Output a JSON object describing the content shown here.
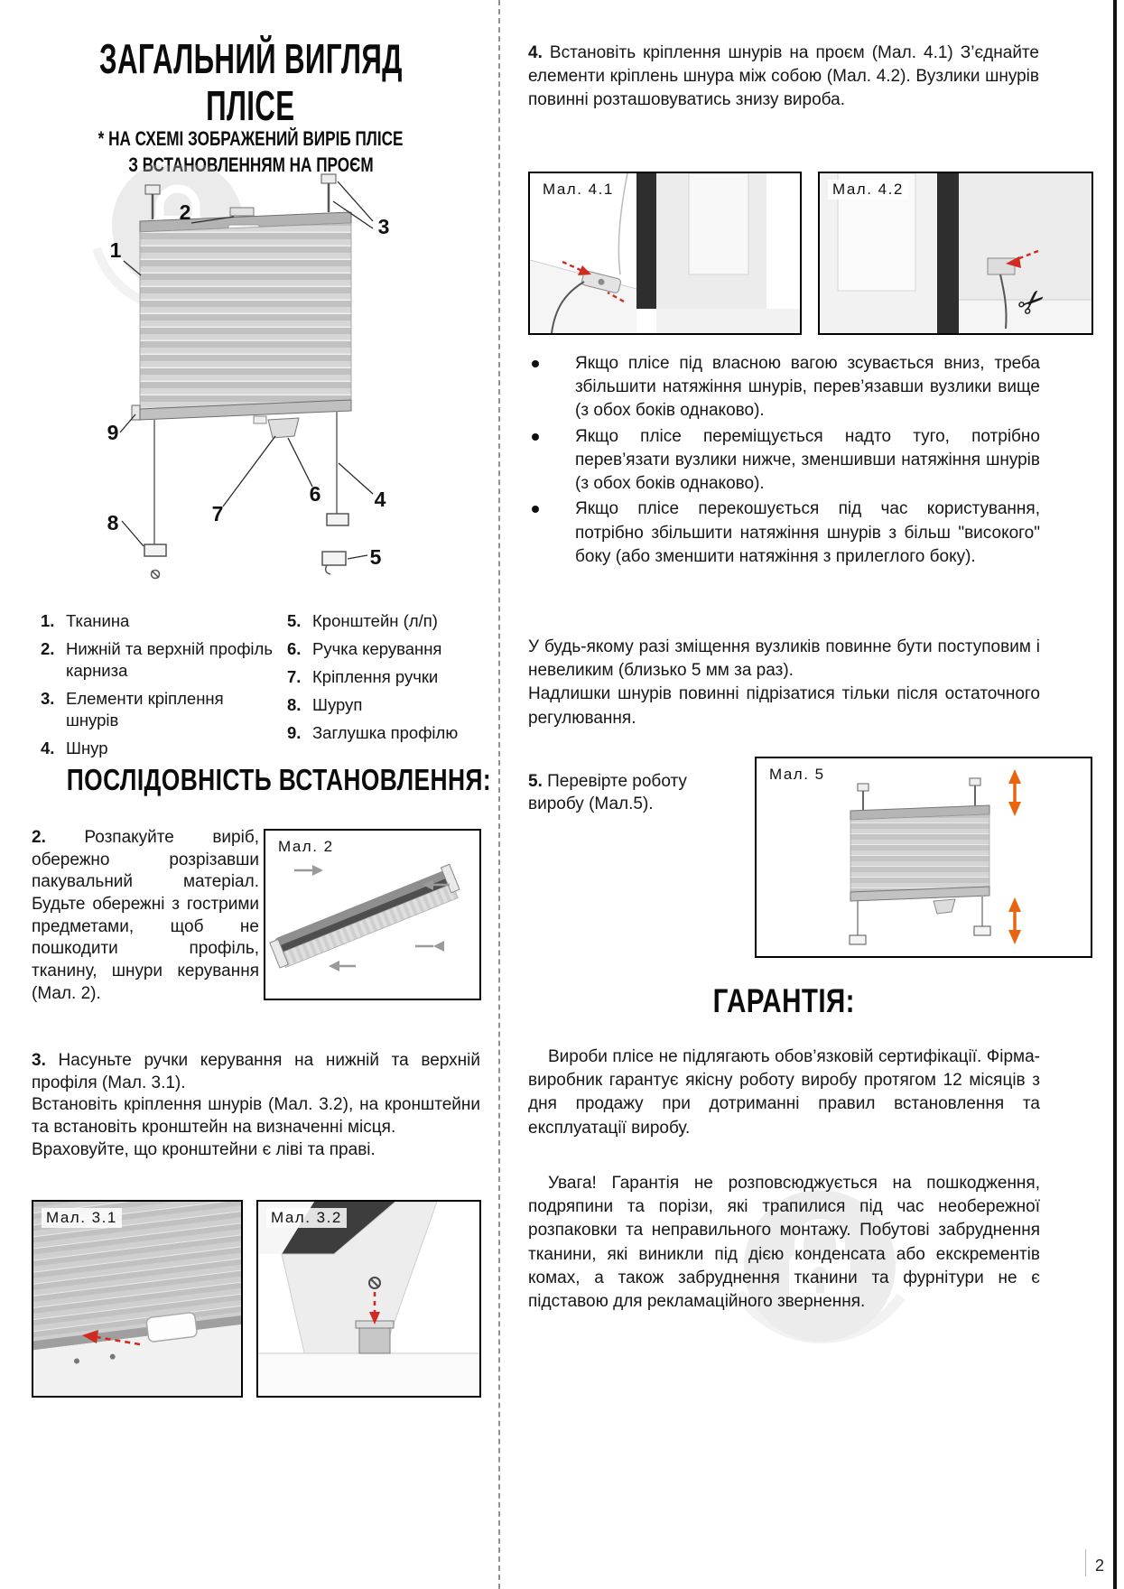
{
  "meta": {
    "page_number": "2"
  },
  "figures": {
    "fig2": "Мал. 2",
    "fig31": "Мал. 3.1",
    "fig32": "Мал. 3.2",
    "fig41": "Мал. 4.1",
    "fig42": "Мал. 4.2",
    "fig5": "Мал. 5"
  },
  "diagram": {
    "nums": [
      "1",
      "2",
      "3",
      "4",
      "5",
      "6",
      "7",
      "8",
      "9"
    ]
  },
  "left": {
    "title_line1": "ЗАГАЛЬНИЙ ВИГЛЯД",
    "title_line2": "ПЛІСЕ",
    "subtitle_line1": "* НА СХЕМІ ЗОБРАЖЕНИЙ ВИРІБ ПЛІСЕ",
    "subtitle_line2": "З ВСТАНОВЛЕННЯМ НА ПРОЄМ",
    "legend_left": [
      {
        "num": "1.",
        "text": "Тканина"
      },
      {
        "num": "2.",
        "text": "Нижній та верхній профіль карниза"
      },
      {
        "num": "3.",
        "text": "Елементи кріплення шнурів"
      },
      {
        "num": "4.",
        "text": "Шнур"
      }
    ],
    "legend_right": [
      {
        "num": "5.",
        "text": "Кронштейн (л/п)"
      },
      {
        "num": "6.",
        "text": "Ручка керування"
      },
      {
        "num": "7.",
        "text": "Кріплення ручки"
      },
      {
        "num": "8.",
        "text": "Шуруп"
      },
      {
        "num": "9.",
        "text": "Заглушка профілю"
      }
    ],
    "sequence_heading": "ПОСЛІДОВНІСТЬ ВСТАНОВЛЕННЯ:",
    "step2_num": "2.",
    "step2_text": "Розпакуйте виріб, обережно розрізавши пакувальний матеріал. Будьте обережні з гострими предметами, щоб не пошкодити профіль, тканину, шнури керування (Мал. 2).",
    "step3_num": "3.",
    "step3_line1": "Насуньте ручки керування на нижній та верхній профіля (Мал. 3.1).",
    "step3_line2": "Встановіть кріплення шнурів (Мал. 3.2), на кронштейни та встановіть кронштейн на визначенні місця.",
    "step3_line3": "Враховуйте, що кронштейни є ліві та праві."
  },
  "right": {
    "step4_num": "4.",
    "step4_text": "Встановіть кріплення шнурів на проєм (Мал. 4.1) З’єднайте елементи кріплень шнура між собою (Мал. 4.2). Вузлики шнурів повинні розташовуватись знизу вироба.",
    "bullets": [
      "Якщо плісе під власною вагою зсувається вниз, треба збільшити натяжіння шнурів, перев’язавши вузлики вище (з обох боків однаково).",
      "Якщо плісе переміщується надто туго, потрібно перев’язати вузлики нижче, зменшивши натяжіння шнурів (з обох боків однаково).",
      "Якщо плісе перекошується під час користування, потрібно збільшити натяжіння шнурів з більш \"високого\" боку (або зменшити натяжіння з прилеглого боку)."
    ],
    "note_line1": "У будь-якому разі зміщення вузликів повинне бути поступовим і невеликим (близько 5 мм за раз).",
    "note_line2": "Надлишки шнурів повинні підрізатися тільки після остаточного регулювання.",
    "step5_num": "5.",
    "step5_text": "Перевірте роботу виробу (Мал.5).",
    "warranty_heading": "ГАРАНТІЯ:",
    "warranty_p1": "Вироби плісе не підлягають обов’язковій сертифікації. Фірма-виробник гарантує якісну роботу виробу протягом 12 місяців з дня продажу при дотриманні правил встановлення та експлуатації виробу.",
    "warranty_p2": "Увага! Гарантія не розповсюджується на пошкодження, подряпини та порізи, які трапилися під час необережної розпаковки та неправильного монтажу. Побутові забруднення тканини, які виникли під дією конденсата або екскрементів комах, а також забруднення тканини та фурнітури не є підставою для рекламаційного звернення."
  }
}
